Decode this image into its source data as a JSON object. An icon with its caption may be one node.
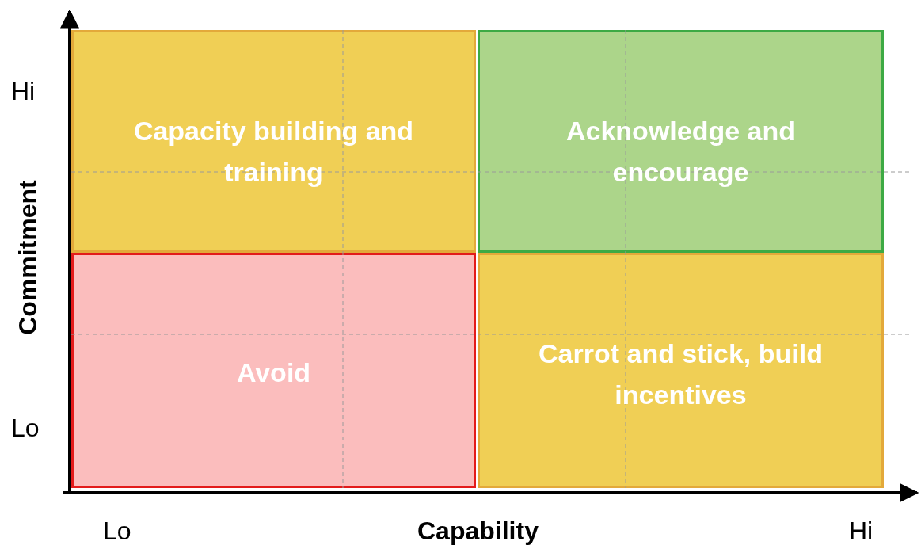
{
  "diagram": {
    "nodes": [
      {
        "text": [
          "Capacity building and training"
        ]
      },
      {
        "text": [
          "Acknowledge and encourage"
        ]
      },
      {
        "text": [
          "Avoid"
        ]
      },
      {
        "text": [
          "Carrot and stick, build incentives"
        ]
      }
    ],
    "labels": [
      "Hi",
      "Lo",
      "Commitment",
      "Lo",
      "Capability",
      "Hi"
    ]
  }
}
